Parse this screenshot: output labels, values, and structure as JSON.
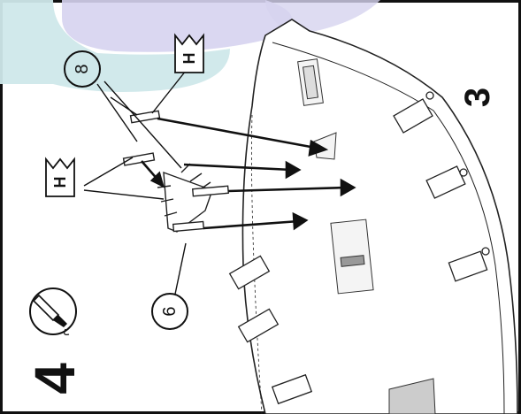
{
  "step_number": "4",
  "part_number": "3",
  "callouts": {
    "part_8": "8",
    "part_6": "6"
  },
  "tool_symbols": {
    "letter": "H"
  },
  "colors": {
    "line": "#111111",
    "highlight_fill": "#cfe8ea",
    "highlight_purple": "#d6d3ef",
    "background": "#ffffff"
  },
  "icons": {
    "glue_tube": "glue-tube-icon",
    "tool_marker": "tool-h-icon"
  }
}
